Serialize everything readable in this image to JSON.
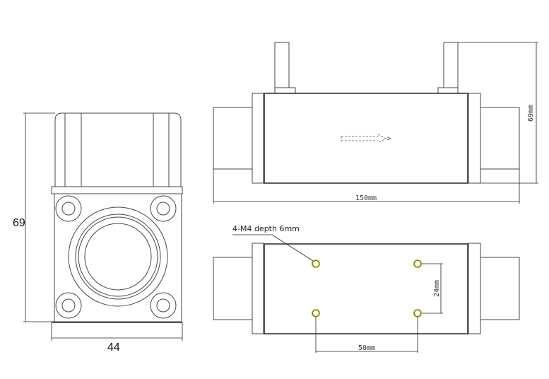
{
  "front_view": {
    "height_label": "69",
    "width_label": "44"
  },
  "side_view": {
    "length_label": "150mm",
    "height_label": "69mm"
  },
  "bottom_view": {
    "hole_note": "4-M4 depth 6mm",
    "hole_spacing_x": "50mm",
    "hole_spacing_y": "24mm"
  },
  "colors": {
    "hole_highlight": "#c8c800"
  }
}
